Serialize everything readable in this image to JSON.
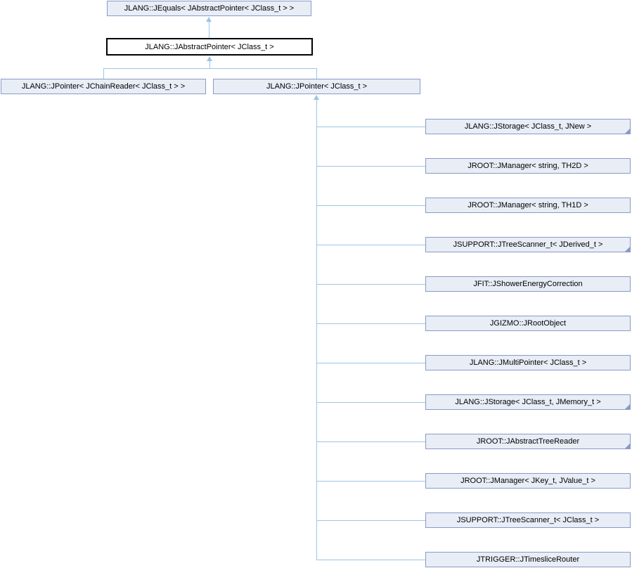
{
  "colors": {
    "background": "#FFFFFF",
    "node_fill": "#E8EDF6",
    "node_border": "#8A9AC4",
    "current_fill": "#FFFFFF",
    "current_border": "#000000",
    "edge": "#9DC5E4",
    "text": "#000000"
  },
  "graph": {
    "base": {
      "label": "JLANG::JEquals< JAbstractPointer< JClass_t > >"
    },
    "current": {
      "label": "JLANG::JAbstractPointer< JClass_t >"
    },
    "children": [
      {
        "label": "JLANG::JPointer< JChainReader< JClass_t > >"
      },
      {
        "label": "JLANG::JPointer< JClass_t >"
      }
    ],
    "derived": [
      {
        "label": "JLANG::JStorage< JClass_t, JNew >",
        "has_children": true
      },
      {
        "label": "JROOT::JManager< string, TH2D >",
        "has_children": false
      },
      {
        "label": "JROOT::JManager< string, TH1D >",
        "has_children": false
      },
      {
        "label": "JSUPPORT::JTreeScanner_t< JDerived_t >",
        "has_children": true
      },
      {
        "label": "JFIT::JShowerEnergyCorrection",
        "has_children": false
      },
      {
        "label": "JGIZMO::JRootObject",
        "has_children": false
      },
      {
        "label": "JLANG::JMultiPointer< JClass_t >",
        "has_children": false
      },
      {
        "label": "JLANG::JStorage< JClass_t, JMemory_t >",
        "has_children": true
      },
      {
        "label": "JROOT::JAbstractTreeReader",
        "has_children": true
      },
      {
        "label": "JROOT::JManager< JKey_t, JValue_t >",
        "has_children": false
      },
      {
        "label": "JSUPPORT::JTreeScanner_t< JClass_t >",
        "has_children": false
      },
      {
        "label": "JTRIGGER::JTimesliceRouter",
        "has_children": false
      }
    ]
  }
}
